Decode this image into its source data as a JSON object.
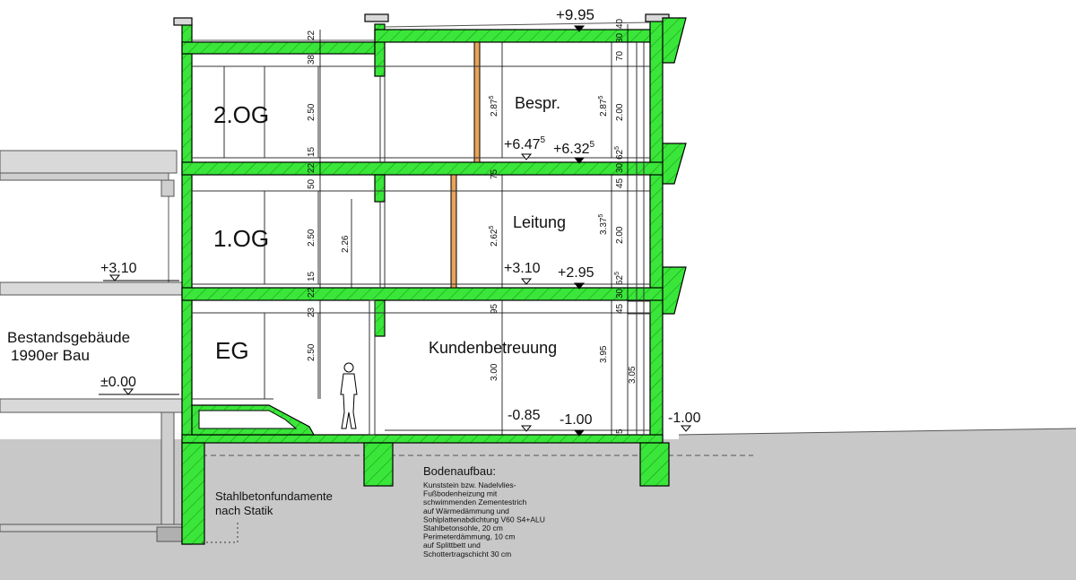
{
  "colors": {
    "concrete": "#39e639",
    "concrete_outline": "#000000",
    "ground": "#c8c8c8",
    "existing_building": "#d9d9d9",
    "timber": "#e8a35a"
  },
  "rooms": {
    "og2": "2.OG",
    "og1": "1.OG",
    "eg": "EG",
    "bespr": "Bespr.",
    "leitung": "Leitung",
    "kunden": "Kundenbetreuung"
  },
  "existing": {
    "line1": "Bestandsgebäude",
    "line2": "1990er Bau"
  },
  "levels": {
    "top": "+9.95",
    "l647": "+6.47",
    "l647_sup": "5",
    "l632": "+6.32",
    "l632_sup": "5",
    "l310_right": "+3.10",
    "l295": "+2.95",
    "l310_left": "+3.10",
    "l000": "±0.00",
    "m085": "-0.85",
    "m100": "-1.00",
    "m100_out": "-1.00"
  },
  "dims": {
    "d22a": "22",
    "d38": "38",
    "d250a": "2.50",
    "d15a": "15",
    "d22b": "22",
    "d50": "50",
    "d250b": "2.50",
    "d15b": "15",
    "d22c": "22",
    "d23": "23",
    "d250c": "2.50",
    "d226": "2.26",
    "d287a": "2.87",
    "d287a_sup": "5",
    "d75": "75",
    "d262": "2.62",
    "d262_sup": "5",
    "d95": "95",
    "d300": "3.00",
    "d287b": "2.87",
    "d287b_sup": "5",
    "d337": "3.37",
    "d337_sup": "5",
    "d395": "3.95",
    "d5": "5",
    "d30a": "30",
    "d40": "40",
    "d70": "70",
    "d200a": "2.00",
    "d62a": "62",
    "d62a_sup": "5",
    "d30b": "30",
    "d45a": "45",
    "d200b": "2.00",
    "d62b": "62",
    "d62b_sup": "5",
    "d30c": "30",
    "d45b": "45",
    "d305": "3.05"
  },
  "foundation_label": {
    "line1": "Stahlbetonfundamente",
    "line2": "nach Statik"
  },
  "floor_buildup": {
    "title": "Bodenaufbau:",
    "lines": [
      "Kunststein bzw. Nadelvlies-",
      "Fußbodenheizung mit",
      "schwimmenden Zementestrich",
      "auf Wärmedämmung und",
      "Sohlplattenabdichtung V60 S4+ALU",
      "Stahlbetonsohle, 20 cm",
      "Perimeterdämmung, 10 cm",
      "auf Splittbett und",
      "Schottertragschicht 30 cm"
    ]
  }
}
